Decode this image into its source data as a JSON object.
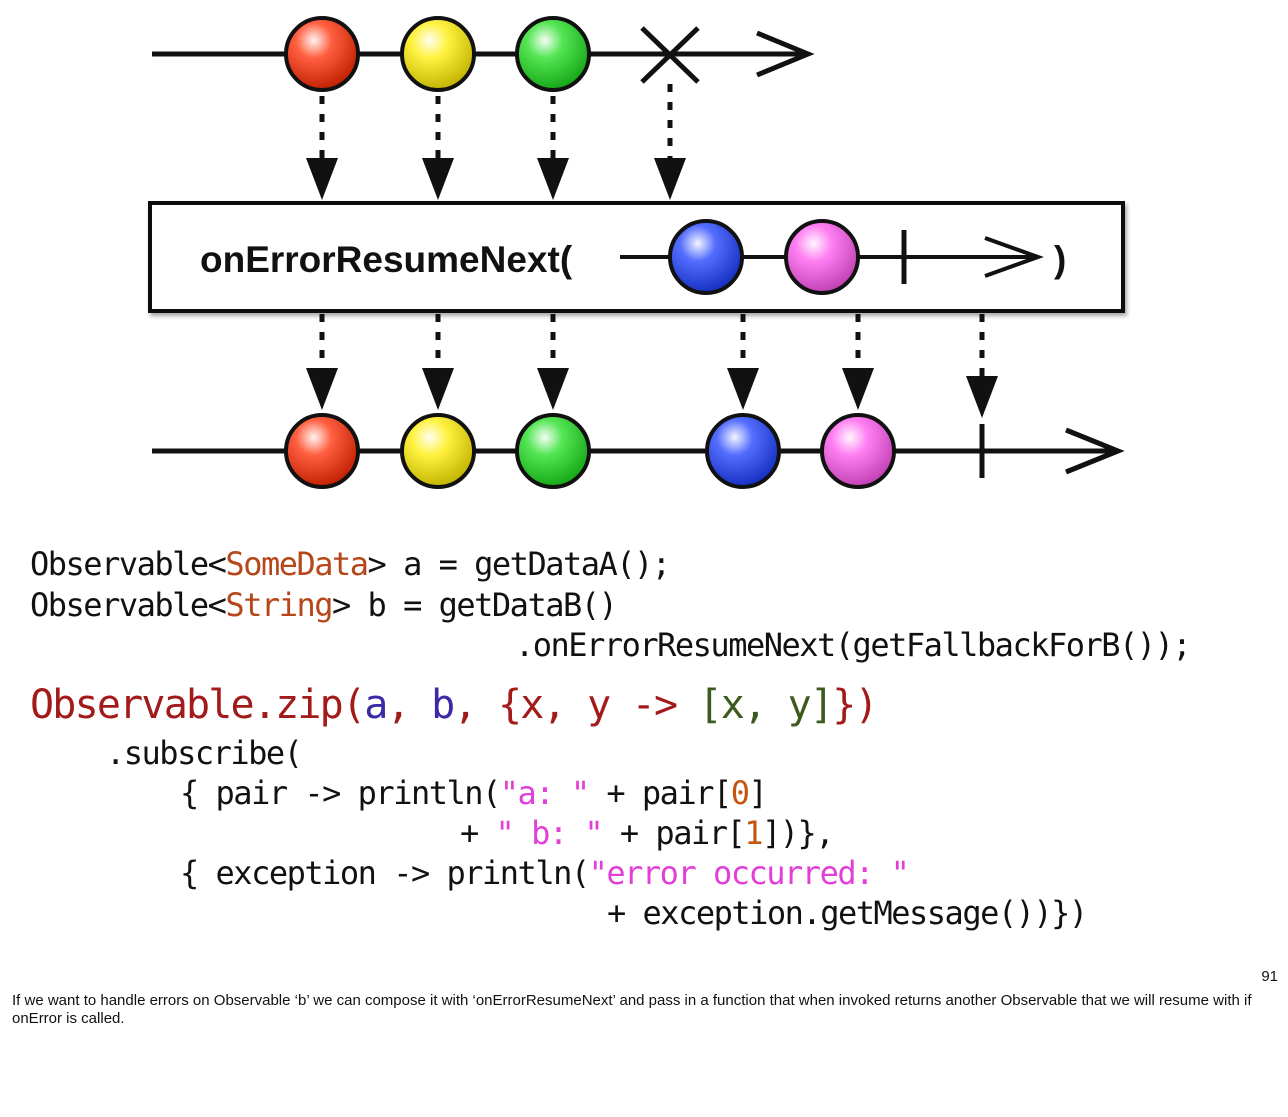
{
  "diagram": {
    "operator_label": "onErrorResumeNext(",
    "operator_close": ")",
    "source_marbles": [
      {
        "color": "#ff2a00",
        "name": "red"
      },
      {
        "color": "#ffee00",
        "name": "yellow"
      },
      {
        "color": "#1bdd1b",
        "name": "green"
      }
    ],
    "fallback_marbles": [
      {
        "color": "#1a3dff",
        "name": "blue"
      },
      {
        "color": "#ff55ee",
        "name": "pink"
      }
    ],
    "result_marbles": [
      {
        "color": "#ff2a00",
        "name": "red"
      },
      {
        "color": "#ffee00",
        "name": "yellow"
      },
      {
        "color": "#1bdd1b",
        "name": "green"
      },
      {
        "color": "#1a3dff",
        "name": "blue"
      },
      {
        "color": "#ff55ee",
        "name": "pink"
      }
    ]
  },
  "code": {
    "lines": [
      [
        {
          "t": "Observable<",
          "c": "#111111"
        },
        {
          "t": "SomeData",
          "c": "#b5471a"
        },
        {
          "t": "> a = getDataA();",
          "c": "#111111"
        }
      ],
      [
        {
          "t": "Observable<",
          "c": "#111111"
        },
        {
          "t": "String",
          "c": "#b5471a"
        },
        {
          "t": "> b = getDataB()",
          "c": "#111111"
        }
      ],
      [
        {
          "t": ".onErrorResumeNext(getFallbackForB());",
          "c": "#111111"
        }
      ],
      [
        {
          "t": "Observable.zip(",
          "c": "#a31a1a"
        },
        {
          "t": "a",
          "c": "#3a2aa5"
        },
        {
          "t": ", ",
          "c": "#a31a1a"
        },
        {
          "t": "b",
          "c": "#3a2aa5"
        },
        {
          "t": ", {x, y -> ",
          "c": "#a31a1a"
        },
        {
          "t": "[x, y]",
          "c": "#3c5a1e"
        },
        {
          "t": "})",
          "c": "#a31a1a"
        }
      ],
      [
        {
          "t": ".subscribe(",
          "c": "#111111"
        }
      ],
      [
        {
          "t": "{ pair -> println(",
          "c": "#111111"
        },
        {
          "t": "\"a: \"",
          "c": "#e23fd8"
        },
        {
          "t": " + pair[",
          "c": "#111111"
        },
        {
          "t": "0",
          "c": "#c4550f"
        },
        {
          "t": "]",
          "c": "#111111"
        }
      ],
      [
        {
          "t": "+ ",
          "c": "#111111"
        },
        {
          "t": "\" b: \"",
          "c": "#e23fd8"
        },
        {
          "t": " + pair[",
          "c": "#111111"
        },
        {
          "t": "1",
          "c": "#c4550f"
        },
        {
          "t": "])},",
          "c": "#111111"
        }
      ],
      [
        {
          "t": "{ exception -> println(",
          "c": "#111111"
        },
        {
          "t": "\"error occurred: \"",
          "c": "#e23fd8"
        }
      ],
      [
        {
          "t": "+ exception.getMessage())})",
          "c": "#111111"
        }
      ]
    ]
  },
  "page_number": "91",
  "notes": "If we want to handle errors on Observable ‘b’ we can compose it with ‘onErrorResumeNext’ and pass in a function that when invoked returns another Observable that we will resume with if onError is called."
}
